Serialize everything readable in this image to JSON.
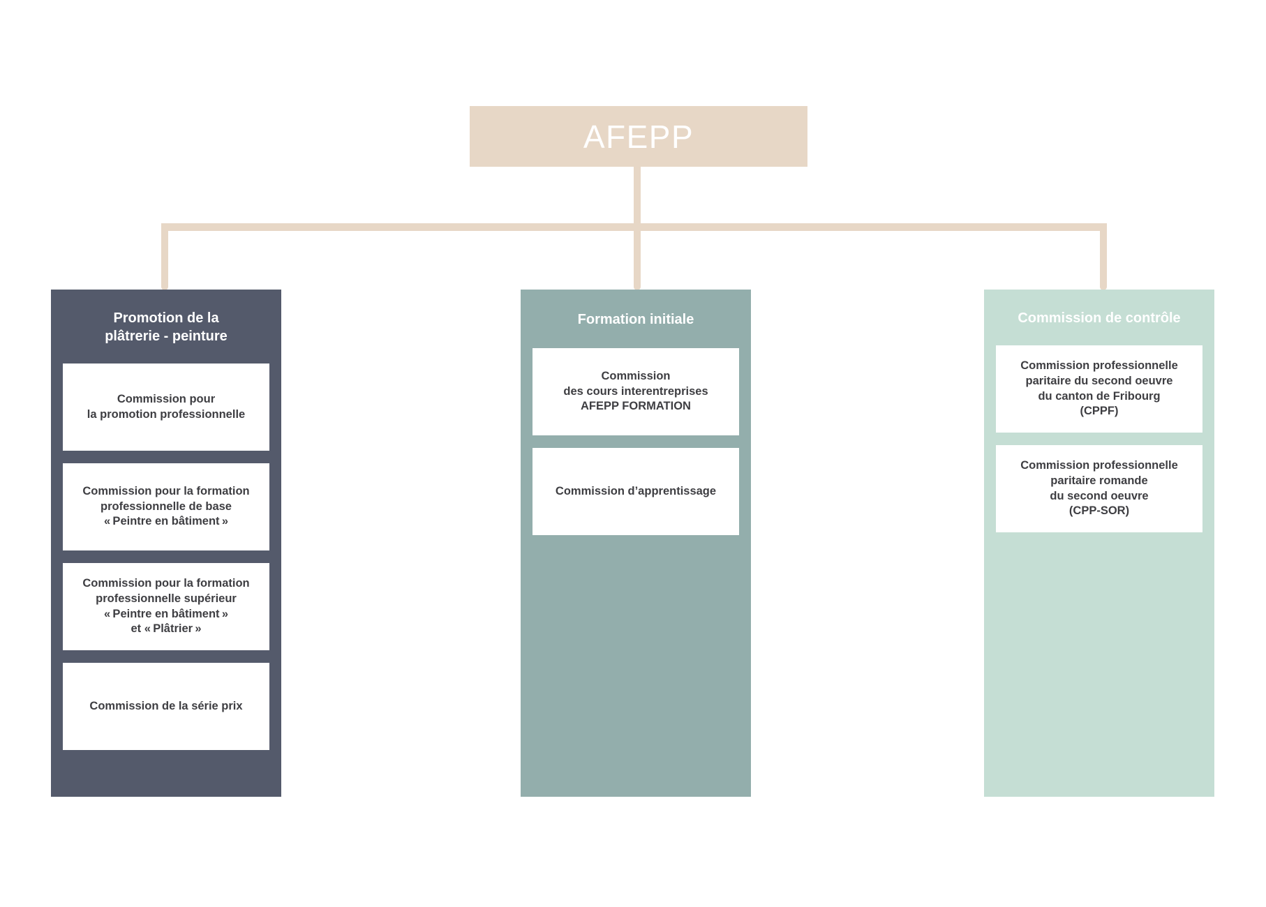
{
  "diagram": {
    "type": "organization-chart",
    "root": {
      "label": "AFEPP"
    },
    "colors": {
      "root_box": "#e7d7c6",
      "connector": "#e7d7c6",
      "column_1_header": "#545a6b",
      "column_2_header": "#93aeac",
      "column_3_header": "#c5ded4",
      "card_background": "#ffffff",
      "card_text": "#3e3e42",
      "header_text": "#ffffff",
      "page_background": "#ffffff"
    },
    "columns": [
      {
        "id": "promotion",
        "header": "Promotion de la\nplâtrerie - peinture",
        "header_line_1": "Promotion de la",
        "header_line_2": "plâtrerie - peinture",
        "cards": [
          {
            "lines": [
              "Commission pour",
              "la promotion professionnelle"
            ]
          },
          {
            "lines": [
              "Commission pour la formation",
              "professionnelle de base",
              "« Peintre en bâtiment »"
            ]
          },
          {
            "lines": [
              "Commission pour la formation",
              "professionnelle supérieur",
              "« Peintre en bâtiment »",
              "et « Plâtrier »"
            ]
          },
          {
            "lines": [
              "Commission de la série prix"
            ]
          }
        ]
      },
      {
        "id": "formation-initiale",
        "header": "Formation initiale",
        "header_line_1": "Formation initiale",
        "header_line_2": "",
        "cards": [
          {
            "lines": [
              "Commission",
              "des cours interentreprises",
              "AFEPP FORMATION"
            ]
          },
          {
            "lines": [
              "Commission d’apprentissage"
            ]
          }
        ]
      },
      {
        "id": "commission-de-controle",
        "header": "Commission de contrôle",
        "header_line_1": "Commission de contrôle",
        "header_line_2": "",
        "cards": [
          {
            "lines": [
              "Commission professionnelle",
              "paritaire du second oeuvre",
              "du canton de Fribourg",
              "(CPPF)"
            ]
          },
          {
            "lines": [
              "Commission professionnelle",
              "paritaire romande",
              "du second oeuvre",
              "(CPP-SOR)"
            ]
          }
        ]
      }
    ]
  }
}
